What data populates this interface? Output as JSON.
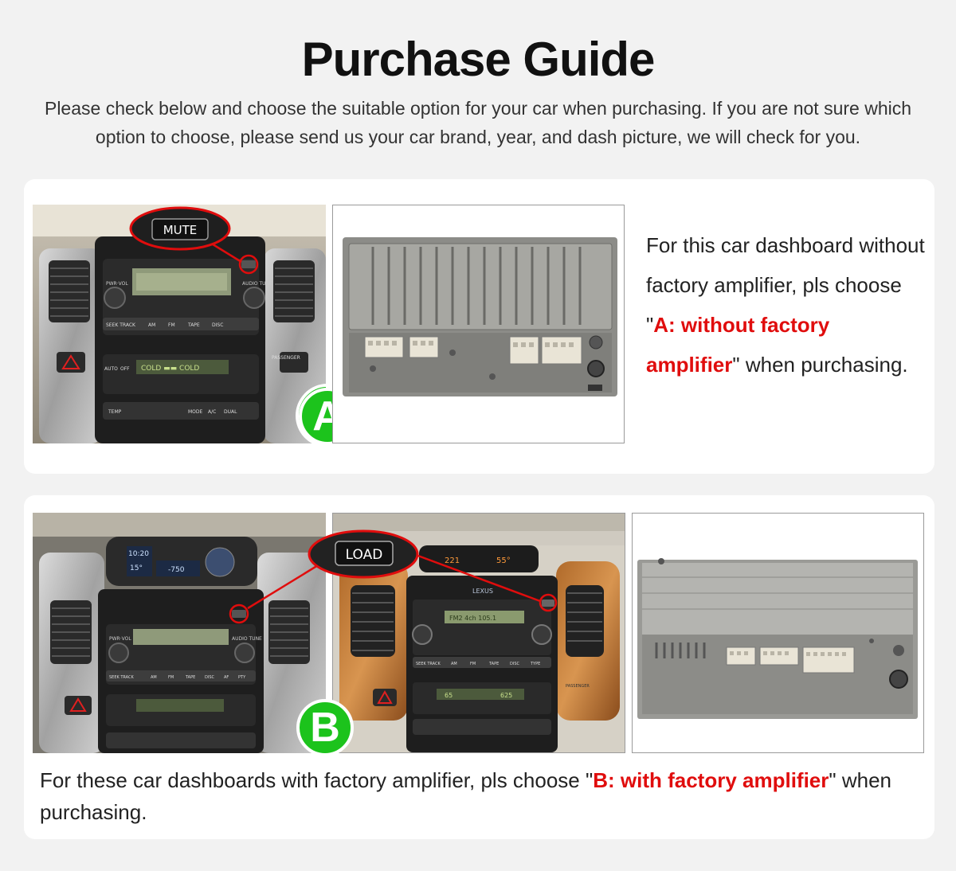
{
  "header": {
    "title": "Purchase Guide",
    "intro": "Please check below and choose the suitable option for your car when purchasing. If you are not sure which option to choose, please send us your car brand, year, and dash picture, we will check for you."
  },
  "option_a": {
    "badge": "A",
    "callout": "MUTE",
    "text_before": "For this car dashboard without factory amplifier, pls choose \"",
    "highlight": "A: without factory amplifier",
    "text_after": "\" when purchasing.",
    "dash_labels": {
      "pwr_vol": "PWR·VOL",
      "audio_tune": "AUDIO TUNE",
      "seek": "SEEK TRACK",
      "am": "AM",
      "fm": "FM",
      "tape": "TAPE",
      "disc": "DISC",
      "climate_display": "COLD ▬▬ COLD",
      "auto": "AUTO",
      "off": "OFF",
      "temp": "TEMP",
      "mode": "MODE",
      "ac": "A/C",
      "dual": "DUAL",
      "passenger": "PASSENGER"
    }
  },
  "option_b": {
    "badge": "B",
    "callout": "LOAD",
    "text_before": "For these car dashboards with factory amplifier, pls choose \"",
    "highlight": "B: with factory amplifier",
    "text_after": "\" when purchasing.",
    "dash_labels": {
      "clock": "10:20",
      "temp_out": "15°",
      "compass": "-750",
      "pwr_vol": "PWR·VOL",
      "audio_tune": "AUDIO TUNE",
      "seek": "SEEK TRACK",
      "am": "AM",
      "fm": "FM",
      "tape": "TAPE",
      "disc": "DISC",
      "af": "AF",
      "pty": "PTY",
      "type": "TYPE",
      "display": "FM2  4ch  105.1",
      "brand": "LEXUS",
      "top_display_left": "221",
      "top_display_right": "55°",
      "climate_left": "65",
      "climate_right": "625",
      "passenger": "PASSENGER"
    }
  },
  "colors": {
    "accent_red": "#e00d0d",
    "badge_green": "#1cc31c",
    "page_bg": "#f2f2f2",
    "card_bg": "#ffffff"
  }
}
